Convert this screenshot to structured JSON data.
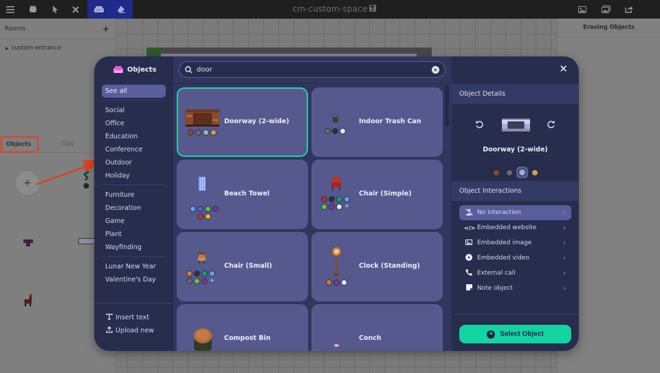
{
  "topbar": {
    "title": "cm-custom-space",
    "tools": [
      {
        "name": "menu-icon",
        "glyph": "☰"
      },
      {
        "name": "hand-icon",
        "glyph": "✋"
      },
      {
        "name": "pointer-icon",
        "glyph": "➤"
      },
      {
        "name": "close-tool-icon",
        "glyph": "✕"
      }
    ],
    "active_tools": [
      {
        "name": "sofa-icon",
        "glyph": "🛋"
      },
      {
        "name": "eraser-icon",
        "glyph": "⌫"
      }
    ],
    "right_tools": [
      {
        "name": "image-icon",
        "glyph": "🖼"
      },
      {
        "name": "gallery-icon",
        "glyph": "▣"
      },
      {
        "name": "share-icon",
        "glyph": "↗"
      }
    ],
    "save_icon": "💾"
  },
  "left_panel": {
    "rooms_label": "Rooms",
    "add_label": "+",
    "room_items": [
      "custom-entrance"
    ],
    "tabs": {
      "objects": "Objects",
      "tiles": "Tiles"
    },
    "add_object_label": "+"
  },
  "right_panel": {
    "title": "Erasing Objects"
  },
  "modal": {
    "title": "Objects",
    "search": {
      "value": "door",
      "placeholder": "Search"
    },
    "categories": {
      "see_all": "See all",
      "group1": [
        "Social",
        "Office",
        "Education",
        "Conference",
        "Outdoor",
        "Holiday"
      ],
      "group2": [
        "Furniture",
        "Decoration",
        "Game",
        "Plant",
        "Wayfinding"
      ],
      "group3": [
        "Lunar New Year",
        "Valentine's Day"
      ]
    },
    "bottom_actions": {
      "insert_text": "Insert text",
      "upload_new": "Upload new"
    },
    "objects": [
      {
        "name": "Doorway (2-wide)",
        "selected": true,
        "colors": [
          "#8a4a2e",
          "#6a6a6a",
          "#9fb0c4",
          "#d79a56"
        ],
        "more": false
      },
      {
        "name": "Indoor Trash Can",
        "selected": false,
        "colors": [
          "#6b6b6b",
          "#2f3330",
          "#e6ebf8"
        ],
        "more": false
      },
      {
        "name": "Beach Towel",
        "selected": false,
        "colors": [
          "#5aa3f0",
          "#5063d8",
          "#5cc43a",
          "#7a3a8c",
          "#c0302c",
          "#f0b020"
        ],
        "more": false
      },
      {
        "name": "Chair (Simple)",
        "selected": false,
        "colors": [
          "#c0302c",
          "#2f3330",
          "#1f9a6a",
          "#5aa3f0",
          "#6cc43a",
          "#7a3a8c",
          "#e6ebf8"
        ],
        "more": true
      },
      {
        "name": "Chair (Small)",
        "selected": false,
        "colors": [
          "#d07a36",
          "#2f3330",
          "#1f9a6a",
          "#5aa3f0",
          "#6b6b6b",
          "#6cc43a",
          "#7a3a8c"
        ],
        "more": true
      },
      {
        "name": "Clock (Standing)",
        "selected": false,
        "colors": [
          "#d07a36",
          "#7a3a8c",
          "#e6ebf8"
        ],
        "more": false
      },
      {
        "name": "Compost Bin",
        "selected": false,
        "colors": [],
        "more": false
      },
      {
        "name": "Conch",
        "selected": false,
        "colors": [],
        "more": false
      }
    ],
    "details": {
      "section_title": "Object Details",
      "object_name": "Doorway (2-wide)",
      "colors": [
        "#8a4a2e",
        "#6a6a6a",
        "#9fb0c4",
        "#d79a56"
      ],
      "selected_color_index": 2
    },
    "interactions": {
      "section_title": "Object Interactions",
      "items": [
        {
          "label": "No interaction",
          "icon": "no-interaction-icon",
          "glyph": "⊘",
          "active": true
        },
        {
          "label": "Embedded website",
          "icon": "code-icon",
          "glyph": "</>",
          "active": false
        },
        {
          "label": "Embedded image",
          "icon": "image-icon",
          "glyph": "▨",
          "active": false
        },
        {
          "label": "Embedded video",
          "icon": "play-icon",
          "glyph": "▶",
          "active": false
        },
        {
          "label": "External call",
          "icon": "phone-icon",
          "glyph": "✆",
          "active": false
        },
        {
          "label": "Note object",
          "icon": "note-icon",
          "glyph": "▪",
          "active": false
        }
      ]
    },
    "select_button": "Select Object",
    "close_glyph": "✕"
  },
  "colors": {
    "accent": "#12d49f",
    "modal_bg": "#282c4d",
    "card_bg": "#55598e",
    "active_item": "#585d9c",
    "annotation": "#e0401f"
  }
}
